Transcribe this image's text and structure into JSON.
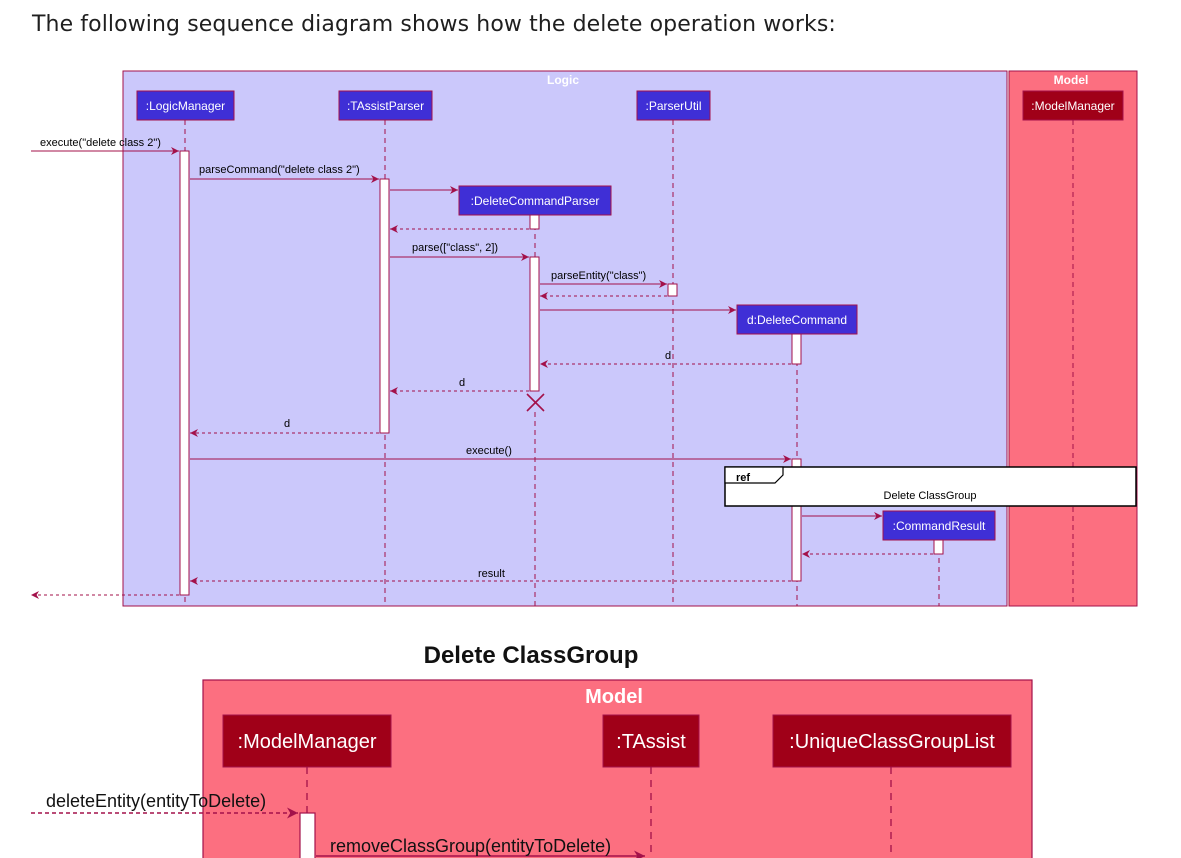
{
  "intro_text": "The following sequence diagram shows how the delete operation works:",
  "colors": {
    "logic_bg": "#cbc8fb",
    "model_bg": "#fc6f80",
    "logic_participant": "#3f2fd6",
    "model_participant": "#a00018",
    "arrow": "#a3114a",
    "box_border": "#a3114a"
  },
  "diagram1": {
    "logic_box_title": "Logic",
    "model_box_title": "Model",
    "participants": {
      "logic_manager": ":LogicManager",
      "tassist_parser": ":TAssistParser",
      "delete_command_parser": ":DeleteCommandParser",
      "parser_util": ":ParserUtil",
      "delete_command": "d:DeleteCommand",
      "command_result": ":CommandResult",
      "model_manager": ":ModelManager"
    },
    "messages": {
      "execute_in": "execute(\"delete class 2\")",
      "parse_command": "parseCommand(\"delete class 2\")",
      "parse": "parse([\"class\", 2])",
      "parse_entity": "parseEntity(\"class\")",
      "return_d_1": "d",
      "return_d_2": "d",
      "return_d_3": "d",
      "execute": "execute()",
      "result": "result"
    },
    "ref": {
      "tag": "ref",
      "text": "Delete ClassGroup"
    }
  },
  "diagram2": {
    "title": "Delete ClassGroup",
    "model_box_title": "Model",
    "participants": {
      "model_manager": ":ModelManager",
      "tassist": ":TAssist",
      "unique_list": ":UniqueClassGroupList"
    },
    "messages": {
      "delete_entity": "deleteEntity(entityToDelete)",
      "remove_class_group": "removeClassGroup(entityToDelete)"
    }
  }
}
